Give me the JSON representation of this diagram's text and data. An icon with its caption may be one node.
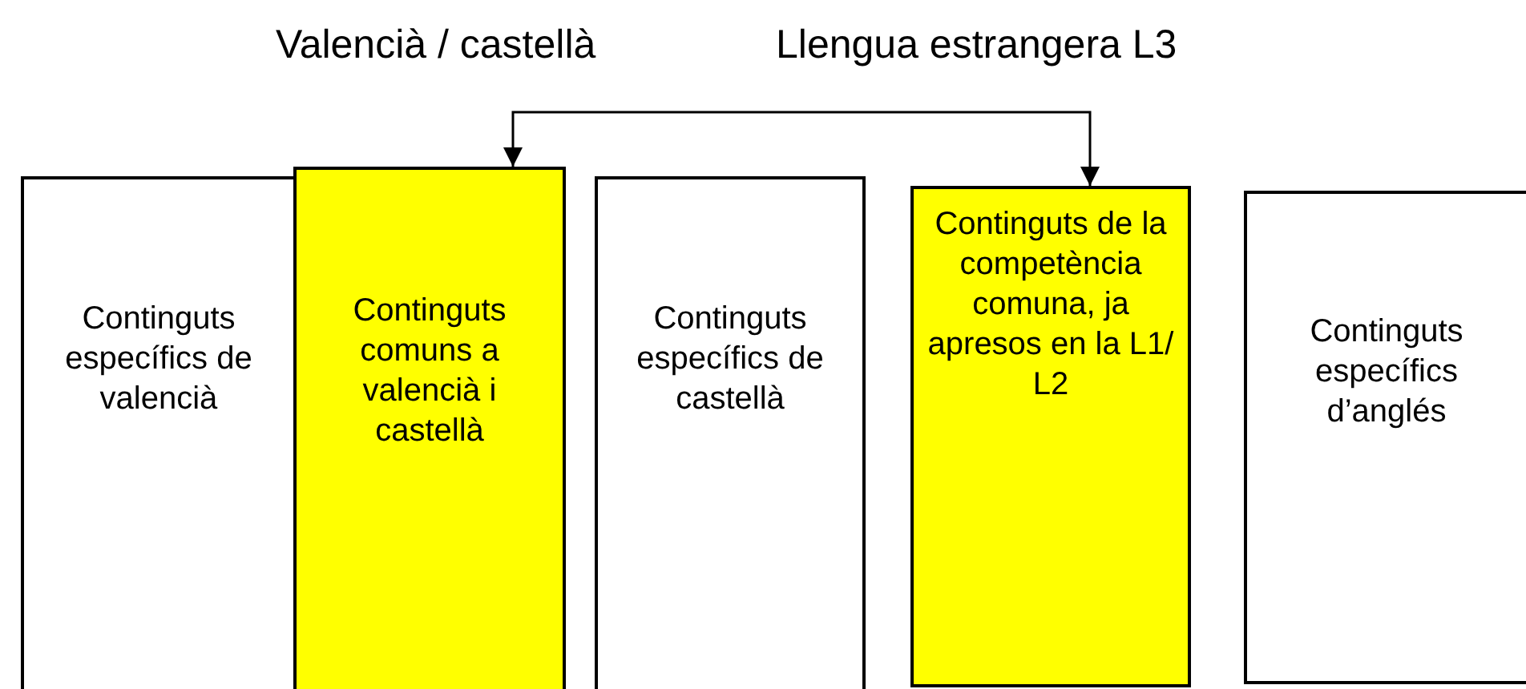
{
  "diagram": {
    "nodes": [
      {
        "text": [
          "Continguts específics de valencià"
        ]
      },
      {
        "text": [
          "Continguts comuns a valencià i castellà"
        ]
      },
      {
        "text": [
          "Continguts específics de castellà"
        ]
      },
      {
        "text": [
          "Continguts de la competència comuna, ja apresos en la L1/ L2"
        ]
      },
      {
        "text": [
          "Continguts específics d’anglés"
        ]
      }
    ],
    "edges": [
      {
        "from": 1,
        "to": 3,
        "arrow": "both"
      }
    ],
    "labels": [
      "Valencià / castellà",
      "Llengua estrangera L3"
    ]
  }
}
